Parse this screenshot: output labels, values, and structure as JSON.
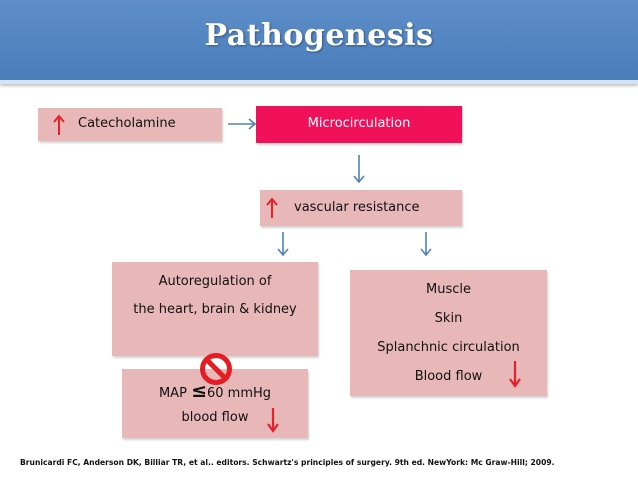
{
  "slide": {
    "title": "Pathogenesis",
    "colors": {
      "banner": "#4f81bd",
      "box": "#e8b8b9",
      "highlight_box": "#f0115a",
      "up_arrow": "#e8202a",
      "flow_arrow": "#4f81bd",
      "prohibition": "#e51c23"
    }
  },
  "nodes": {
    "catecholamine": "Catecholamine",
    "microcirculation": "Microcirculation",
    "vascular_resistance": "vascular resistance",
    "autoregulation": [
      "Autoregulation of",
      "the heart, brain & kidney"
    ],
    "muscle_group": [
      "Muscle",
      "Skin",
      "Splanchnic circulation",
      "Blood flow"
    ],
    "map_line_prefix": "MAP",
    "map_symbol": "≤",
    "map_line_value": "60 mmHg",
    "map_blood_flow": "blood flow"
  },
  "icons": {
    "increase": "up-arrow-icon",
    "decrease": "down-arrow-icon",
    "flow": "flow-arrow-icon",
    "blocked": "prohibition-icon"
  },
  "citation": "Brunicardi FC, Anderson DK, Billiar TR, et al.. editors. Schwartz's principles of surgery. 9th ed. NewYork: Mc Graw-Hill; 2009."
}
